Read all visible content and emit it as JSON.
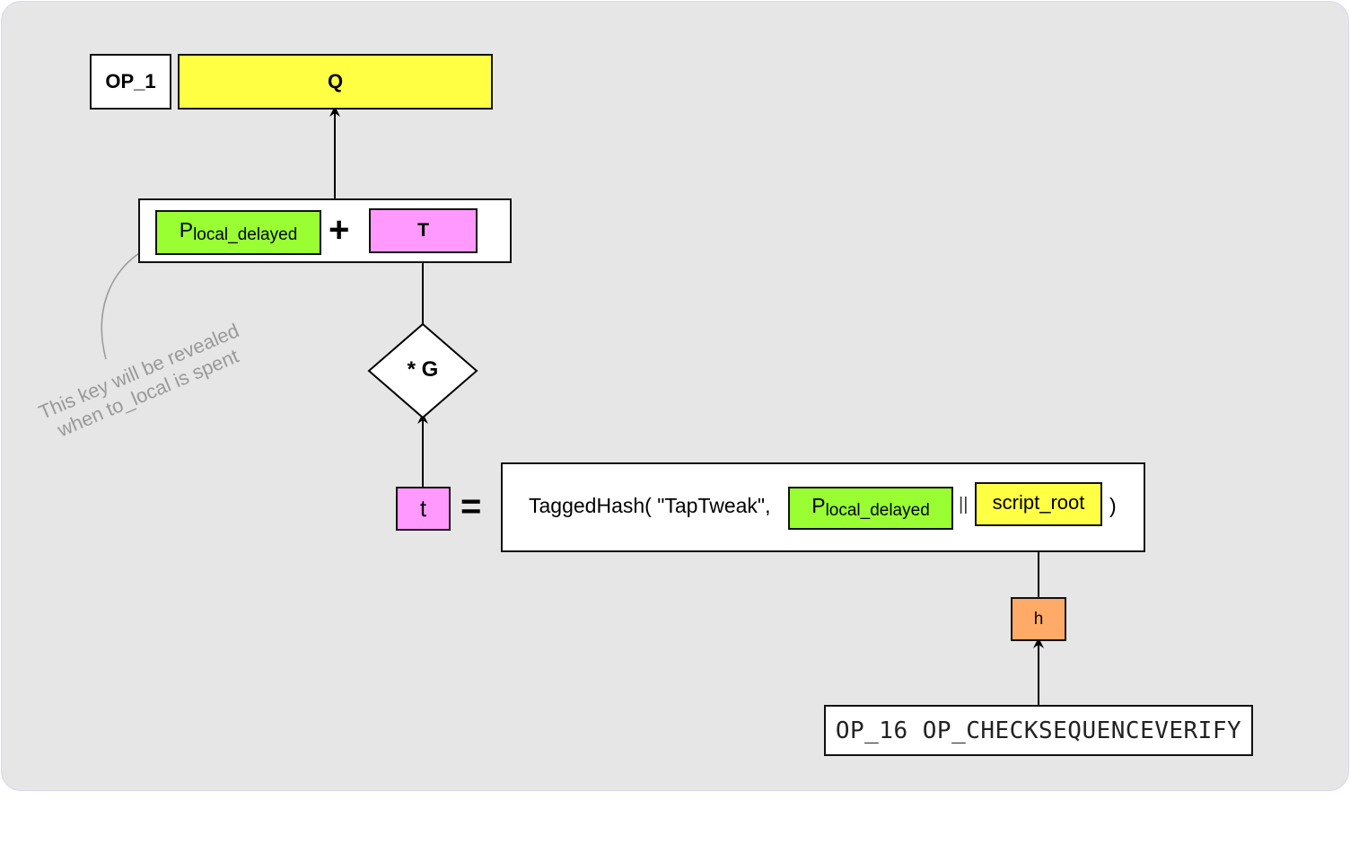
{
  "diagram": {
    "op1_label": "OP_1",
    "q_label": "Q",
    "key_main": "P",
    "key_sub": "local_delayed",
    "plus": "+",
    "t_upper_label": "T",
    "mult_g_label": "* G",
    "t_lower_label": "t",
    "equals": "=",
    "tagged_hash_prefix": "TaggedHash( \"TapTweak\",",
    "concat": "||",
    "script_root_label": "script_root",
    "close_paren": ")",
    "h_label": "h",
    "script_label": "OP_16 OP_CHECKSEQUENCEVERIFY",
    "annotation_line1": "This key will be revealed",
    "annotation_line2": "when to_local is spent"
  },
  "colors": {
    "background": "#e6e6e6",
    "yellow": "#ffff44",
    "green": "#99ff33",
    "pink": "#ff99ff",
    "orange": "#ffaa66"
  }
}
